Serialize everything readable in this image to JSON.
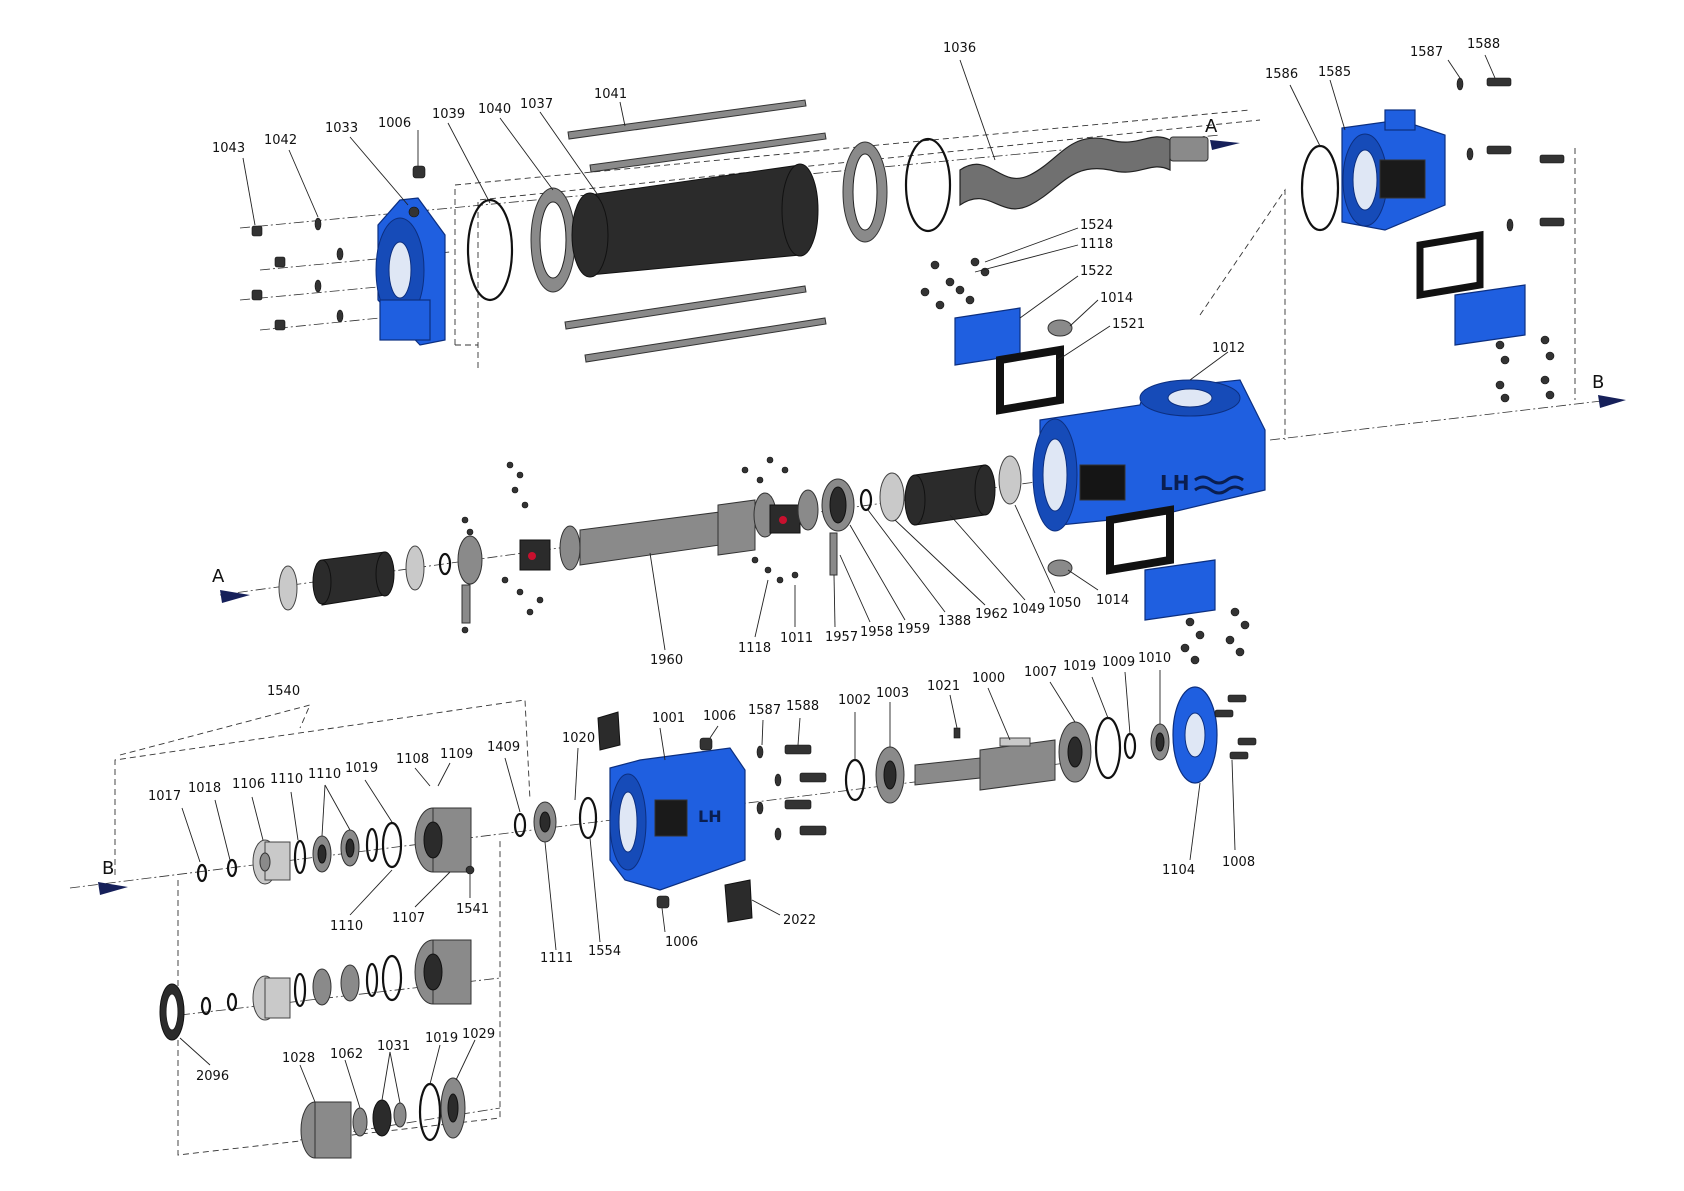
{
  "diagram": {
    "colors": {
      "housing": "#1f5fe0",
      "rubber": "#2b2b2b",
      "steel": "#8a8a8a",
      "gasket": "#222222"
    },
    "arrow_labels": {
      "A": "A",
      "B": "B"
    },
    "part_labels": {
      "p1043": "1043",
      "p1042": "1042",
      "p1033": "1033",
      "p1006a": "1006",
      "p1039": "1039",
      "p1040": "1040",
      "p1037": "1037",
      "p1041": "1041",
      "p1036": "1036",
      "p1586": "1586",
      "p1585": "1585",
      "p1587a": "1587",
      "p1588a": "1588",
      "p1524": "1524",
      "p1118a": "1118",
      "p1522": "1522",
      "p1014a": "1014",
      "p1521": "1521",
      "p1012": "1012",
      "p1960": "1960",
      "p1118b": "1118",
      "p1011": "1011",
      "p1957": "1957",
      "p1958": "1958",
      "p1959": "1959",
      "p1388": "1388",
      "p1962": "1962",
      "p1049": "1049",
      "p1050": "1050",
      "p1014b": "1014",
      "p1540": "1540",
      "p1017": "1017",
      "p1018": "1018",
      "p1106": "1106",
      "p1110a": "1110",
      "p1110b": "1110",
      "p1019a": "1019",
      "p1108": "1108",
      "p1109": "1109",
      "p1409": "1409",
      "p1020": "1020",
      "p1001": "1001",
      "p1006b": "1006",
      "p1587b": "1587",
      "p1588b": "1588",
      "p1002": "1002",
      "p1003": "1003",
      "p1021": "1021",
      "p1000": "1000",
      "p1007": "1007",
      "p1019b": "1019",
      "p1009": "1009",
      "p1010": "1010",
      "p1104": "1104",
      "p1008": "1008",
      "p1110c": "1110",
      "p1107": "1107",
      "p1541": "1541",
      "p1111": "1111",
      "p1554": "1554",
      "p1006c": "1006",
      "p2022": "2022",
      "p2096": "2096",
      "p1028": "1028",
      "p1062": "1062",
      "p1031": "1031",
      "p1019c": "1019",
      "p1029": "1029"
    }
  }
}
